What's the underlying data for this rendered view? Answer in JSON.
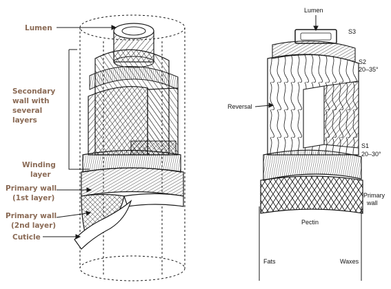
{
  "left_figure": {
    "labels": {
      "lumen": "Lumen",
      "secondary_wall": [
        "Secondary",
        "wall with",
        "several",
        "layers"
      ],
      "winding_layer": [
        "Winding",
        "layer"
      ],
      "primary_wall_1": [
        "Primary wall",
        "(1st layer)"
      ],
      "primary_wall_2": [
        "Primary wall",
        "(2nd layer)"
      ],
      "cuticle": "Cuticle"
    },
    "label_color": "#8a6a55"
  },
  "right_figure": {
    "labels": {
      "lumen": "Lumen",
      "s3": "S3",
      "s2": "S2",
      "s2_angle": "20–35°",
      "reversal": "Reversal",
      "s1": "S1",
      "s1_angle": "20–30°",
      "primary_wall": [
        "Primary",
        "wall"
      ],
      "pectin": "Pectin",
      "fats": "Fats",
      "waxes": "Waxes"
    }
  }
}
